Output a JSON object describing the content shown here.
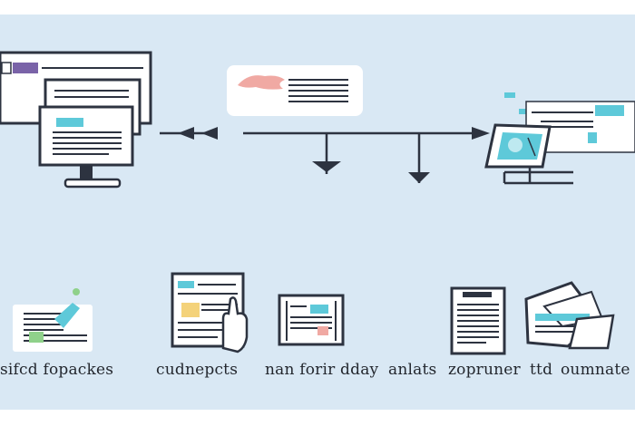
{
  "colors": {
    "background": "#d9e8f4",
    "stroke": "#2d3340",
    "panel": "#ffffff",
    "accent_teal": "#5ec9d9",
    "accent_purple": "#7a63a8",
    "accent_pink": "#f0a9a3",
    "accent_yellow": "#f4d27a",
    "accent_green": "#8fd18a"
  },
  "icons": {
    "desktop": "desktop-monitor-icon",
    "tablet": "tablet-dashboard-icon",
    "hand": "hand-message-icon"
  },
  "captions": [
    "sifcd fopackes",
    "cudnepcts",
    "nan forir dday",
    "anlats",
    "zopruner",
    "ttd",
    "oumnate"
  ]
}
